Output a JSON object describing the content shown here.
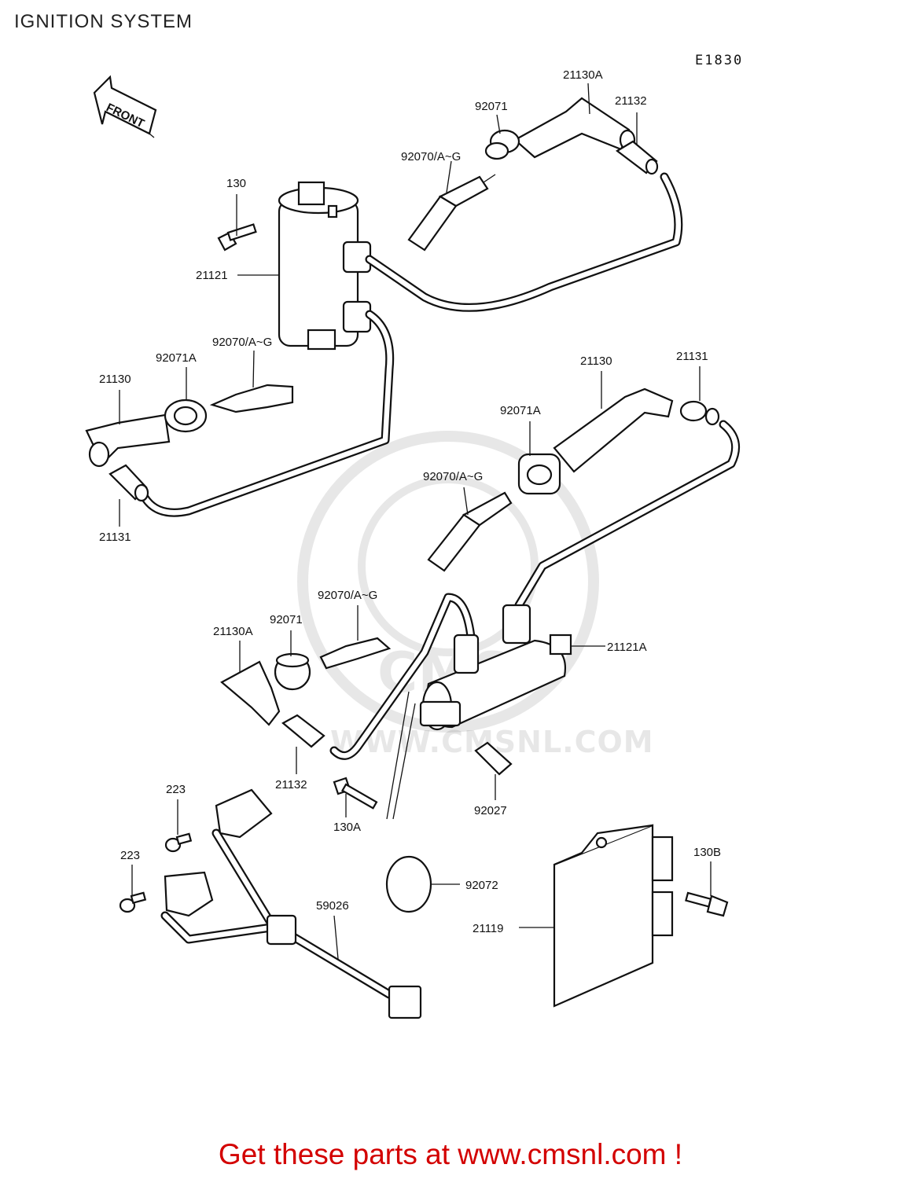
{
  "diagram": {
    "title": "IGNITION SYSTEM",
    "code": "E1830",
    "front_label": "FRONT",
    "watermark": "WWW.CMSNL.COM",
    "footer": "Get these parts at www.cmsnl.com !"
  },
  "labels": [
    {
      "text": "21130A"
    },
    {
      "text": "21132"
    },
    {
      "text": "92071"
    },
    {
      "text": "92070/A~G"
    },
    {
      "text": "130"
    },
    {
      "text": "21121"
    },
    {
      "text": "92070/A~G"
    },
    {
      "text": "92071A"
    },
    {
      "text": "21130"
    },
    {
      "text": "21131"
    },
    {
      "text": "21130"
    },
    {
      "text": "21131"
    },
    {
      "text": "92071A"
    },
    {
      "text": "92070/A~G"
    },
    {
      "text": "92070/A~G"
    },
    {
      "text": "92071"
    },
    {
      "text": "21130A"
    },
    {
      "text": "21121A"
    },
    {
      "text": "21132"
    },
    {
      "text": "130A"
    },
    {
      "text": "92027"
    },
    {
      "text": "223"
    },
    {
      "text": "223"
    },
    {
      "text": "59026"
    },
    {
      "text": "92072"
    },
    {
      "text": "21119"
    },
    {
      "text": "130B"
    }
  ]
}
